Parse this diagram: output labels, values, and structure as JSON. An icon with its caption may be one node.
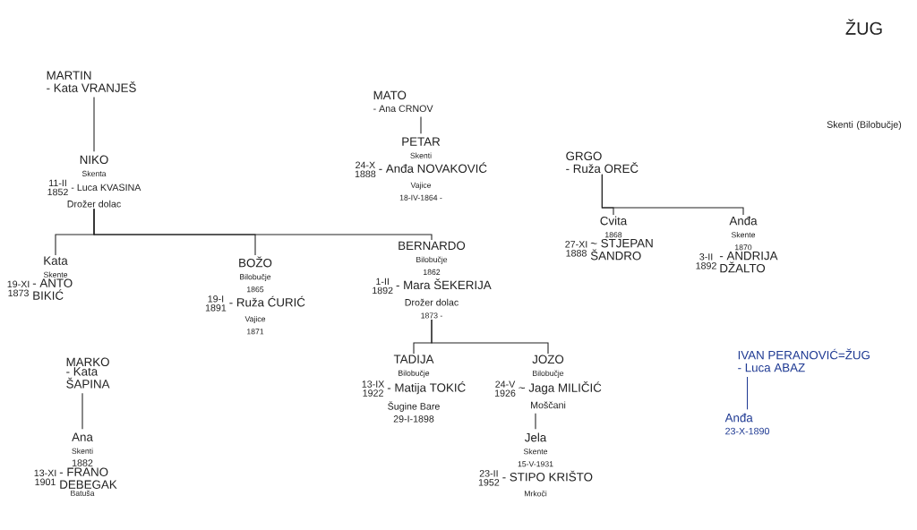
{
  "diagram": {
    "nodes": [
      {
        "text": [
          "MARTIN",
          "- Kata VRANJEŠ"
        ]
      },
      {
        "text": [
          "NIKO",
          "Skenta",
          "11-II",
          "1852",
          "- Luca KVASINA",
          "Drožer dolac"
        ]
      },
      {
        "text": [
          "Kata",
          "Skente",
          "19-XI",
          "1873",
          "- ANTO BIKIĆ"
        ]
      },
      {
        "text": [
          "BOŽO",
          "Bilobučje",
          "1865",
          "19-I",
          "1891",
          "- Ruža ĆURIĆ",
          "Vajice",
          "1871"
        ]
      },
      {
        "text": [
          "BERNARDO",
          "Bilobučje",
          "1862",
          "1-II",
          "1892",
          "- Mara ŠEKERIJA",
          "Drožer dolac",
          "1873 -"
        ]
      },
      {
        "text": [
          "MATO",
          "- Ana CRNOV"
        ]
      },
      {
        "text": [
          "PETAR",
          "Skenti",
          "24-X",
          "1888",
          "- Anđa NOVAKOVIĆ",
          "Vajice",
          "18-IV-1864 -"
        ]
      },
      {
        "text": [
          "GRGO",
          "- Ruža OREČ"
        ]
      },
      {
        "text": [
          "Cvita",
          "1868",
          "27-XI",
          "1888",
          "~ STJEPAN ŠANDRO"
        ]
      },
      {
        "text": [
          "Anđa",
          "Skente",
          "1870",
          "3-II",
          "1892",
          "- ANDRIJA DŽALTO"
        ]
      },
      {
        "text": [
          "TADIJA",
          "Bilobučje",
          "13-IX",
          "1922",
          "- Matija TOKIĆ",
          "Šugine Bare",
          "29-I-1898"
        ]
      },
      {
        "text": [
          "JOZO",
          "Bilobučje",
          "24-V",
          "1926",
          "~ Jaga MILIČIĆ",
          "Moščani"
        ]
      },
      {
        "text": [
          "Jela",
          "Skente",
          "15-V-1931",
          "23-II",
          "1952",
          "- STIPO KRIŠTO",
          "Mrkoči"
        ]
      },
      {
        "text": [
          "MARKO",
          "- Kata ŠAPINA"
        ]
      },
      {
        "text": [
          "Ana",
          "Skenti",
          "1882",
          "13-XI",
          "1901",
          "- FRANO DEBEGAK",
          "Batuša"
        ]
      },
      {
        "text": [
          "IVAN PERANOVIĆ=ŽUG",
          "- Luca ABAZ"
        ]
      },
      {
        "text": [
          "Anđa",
          "23-X-1890"
        ]
      }
    ],
    "edges": [
      {
        "from": 0,
        "to": 1,
        "arrow": "none"
      },
      {
        "from": 1,
        "to": 2,
        "arrow": "none"
      },
      {
        "from": 1,
        "to": 3,
        "arrow": "none"
      },
      {
        "from": 1,
        "to": 4,
        "arrow": "none"
      },
      {
        "from": 5,
        "to": 6,
        "arrow": "none"
      },
      {
        "from": 7,
        "to": 8,
        "arrow": "none"
      },
      {
        "from": 7,
        "to": 9,
        "arrow": "none"
      },
      {
        "from": 4,
        "to": 10,
        "arrow": "none"
      },
      {
        "from": 4,
        "to": 11,
        "arrow": "none"
      },
      {
        "from": 11,
        "to": 12,
        "arrow": "none"
      },
      {
        "from": 13,
        "to": 14,
        "arrow": "none"
      },
      {
        "from": 15,
        "to": 16,
        "arrow": "none",
        "color": "#1f3a93"
      }
    ],
    "labels": [
      "ŽUG",
      "Skenti (Bilobučje)"
    ]
  }
}
